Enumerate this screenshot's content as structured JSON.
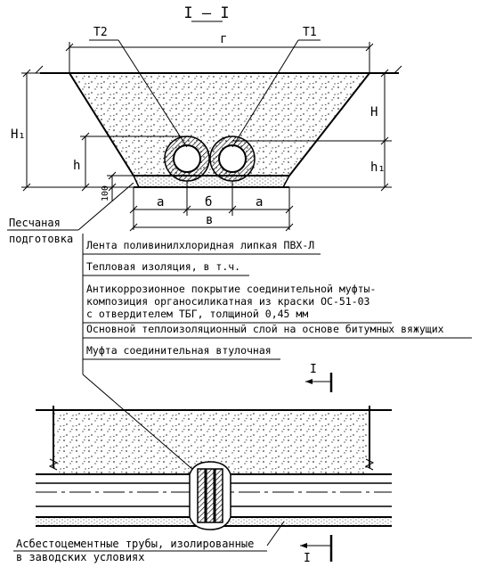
{
  "section_title": "I – I",
  "dims": {
    "top_width": "г",
    "a_left": "a",
    "b": "б",
    "a_right": "a",
    "bottom_width": "в",
    "H1": "H₁",
    "h": "h",
    "H": "H",
    "h1": "h₁",
    "sand_thickness": "100"
  },
  "pipe_labels": {
    "t2": "T2",
    "t1": "T1"
  },
  "sand_label_line1": "Песчаная",
  "sand_label_line2": "подготовка",
  "layers": [
    "Лента поливинилхлоридная липкая ПВХ-Л",
    "Тепловая изоляция, в т.ч.",
    "Антикоррозионное покрытие соединительной муфты-",
    "композиция органосиликатная из краски ОС-51-03",
    "с отвердителем ТБГ, толщиной 0,45 мм",
    "Основной теплоизоляционный слой на основе битумных вяжущих",
    "Муфта соединительная втулочная"
  ],
  "section_marks": {
    "upper": "I",
    "lower": "I"
  },
  "bottom_label_line1": "Асбестоцементные трубы, изолированные",
  "bottom_label_line2": "в заводских условиях"
}
